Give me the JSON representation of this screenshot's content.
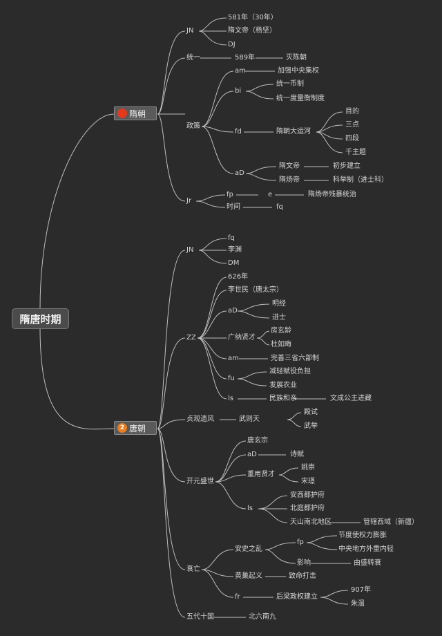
{
  "root": "隋唐时期",
  "sui": {
    "title": "隋朝",
    "branches": {
      "jl": {
        "label": "JN",
        "items": [
          "581年（30年）",
          "隋文帝（杨坚）",
          "DJ"
        ]
      },
      "tongyi": {
        "label": "统一",
        "year": "589年",
        "event": "灭陈朝"
      },
      "zhengce": {
        "label": "政策",
        "am": {
          "label": "am",
          "item": "加强中央集权"
        },
        "bi": {
          "label": "bi",
          "items": [
            "统一币制",
            "统一度量衡制度"
          ]
        },
        "fd": {
          "label": "fd",
          "canal": "隋朝大运河",
          "items": [
            "目的",
            "三点",
            "四段",
            "千主题"
          ]
        },
        "aD": {
          "label": "aD",
          "r1_a": "隋文帝",
          "r1_b": "初步建立",
          "r2_a": "隋炀帝",
          "r2_b": "科举制（进士科）"
        }
      },
      "jr": {
        "label": "Jr",
        "fp": "fp",
        "fp_mid": "e",
        "fp_end": "隋炀帝残暴统治",
        "time": "时间",
        "time_end": "fq"
      }
    }
  },
  "tang": {
    "title": "唐朝",
    "badge": "2",
    "branches": {
      "jn": {
        "label": "JN",
        "items": [
          "fq",
          "李渊",
          "DM"
        ]
      },
      "zz": {
        "label": "ZZ",
        "y626": "626年",
        "lsm": "李世民（唐太宗）",
        "aD": {
          "label": "aD",
          "items": [
            "明经",
            "进士"
          ]
        },
        "gnxc": {
          "label": "广纳贤才",
          "items": [
            "房玄龄",
            "杜如晦"
          ]
        },
        "am": {
          "label": "am",
          "item": "完善三省六部制"
        },
        "fu": {
          "label": "fu",
          "items": [
            "减轻赋役负担",
            "发展农业"
          ]
        },
        "ls": {
          "label": "ls",
          "mid": "民族和亲",
          "end": "文成公主进藏"
        }
      },
      "zgyh": {
        "label": "贞观遗风",
        "wzt": "武则天",
        "items": [
          "殿试",
          "武举"
        ]
      },
      "kyss": {
        "label": "开元盛世",
        "tj": "唐玄宗",
        "aD": {
          "label": "aD",
          "item": "诗赋"
        },
        "zyxc": {
          "label": "重用贤才",
          "items": [
            "姚崇",
            "宋璟"
          ]
        },
        "ls": {
          "label": "ls",
          "items": [
            "安西都护府",
            "北庭都护府",
            "天山南北地区"
          ],
          "tail": "管辖西域（新疆）"
        }
      },
      "sw": {
        "label": "衰亡",
        "azl": {
          "label": "安史之乱",
          "fp": "fp",
          "items": [
            "节度使权力膨胀",
            "中央地方外重内轻"
          ],
          "yx": "影响",
          "yx_end": "由盛转衰"
        },
        "hcqy": {
          "label": "黄巢起义",
          "end": "致命打击"
        },
        "fr": {
          "label": "fr",
          "mid": "后梁政权建立",
          "items": [
            "907年",
            "朱温"
          ]
        }
      },
      "wdsg": {
        "label": "五代十国",
        "end": "北六南九"
      }
    }
  }
}
